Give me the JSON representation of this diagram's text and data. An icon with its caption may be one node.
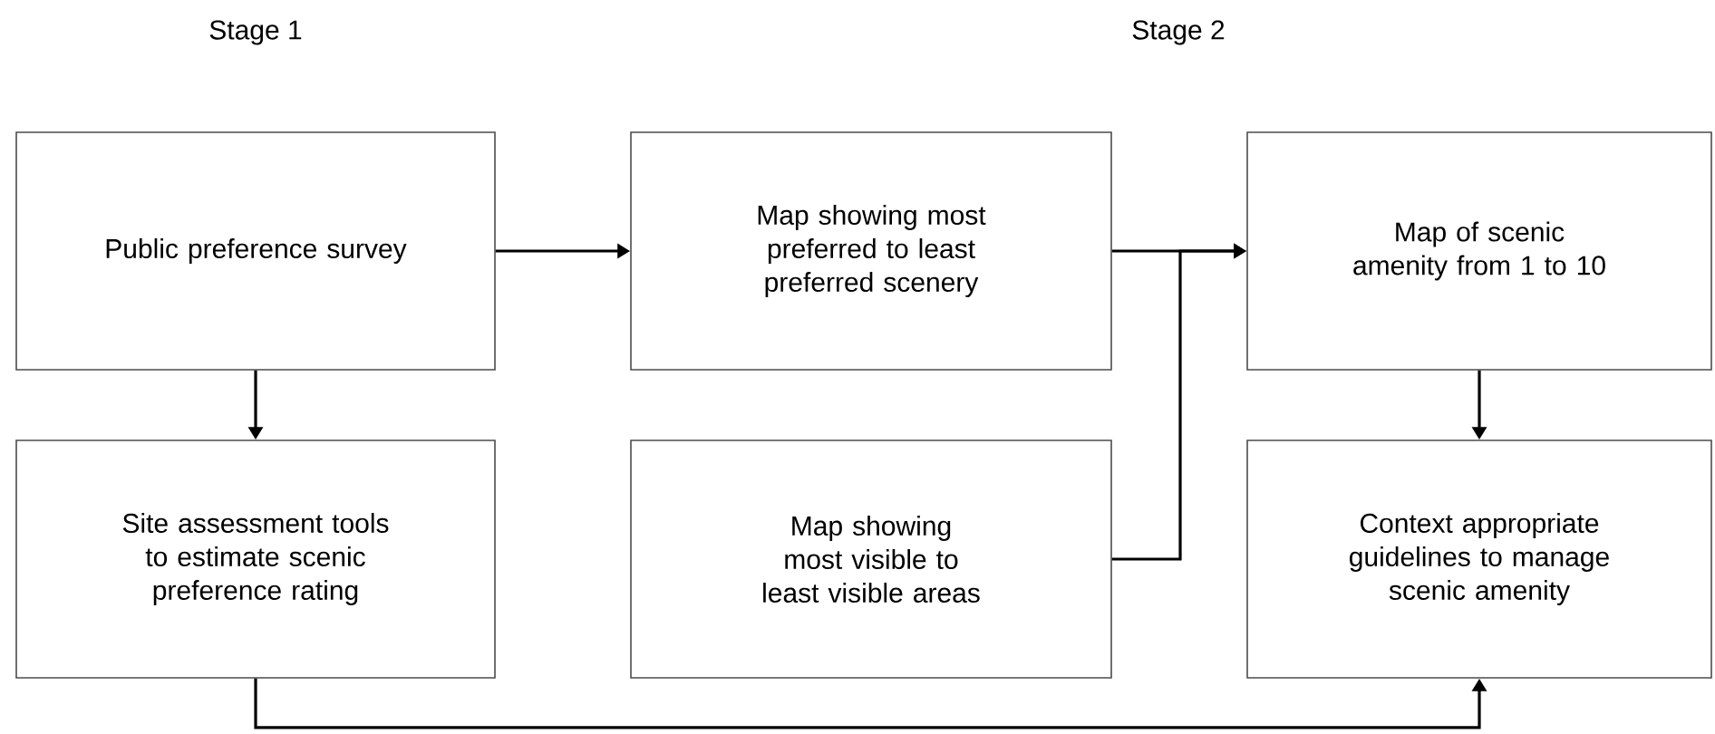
{
  "diagram": {
    "nodes": [
      {
        "text": [
          "Public preference survey"
        ]
      },
      {
        "text": [
          "Map showing most preferred to least preferred scenery"
        ]
      },
      {
        "text": [
          "Map of scenic amenity from 1 to 10"
        ]
      },
      {
        "text": [
          "Site assessment tools to estimate scenic preference rating"
        ]
      },
      {
        "text": [
          "Map showing most visible to least visible areas"
        ]
      },
      {
        "text": [
          "Context appropriate guidelines to manage scenic amenity"
        ]
      }
    ],
    "edges": [
      {
        "from": 0,
        "to": 1,
        "arrow": "to"
      },
      {
        "from": 1,
        "to": 2,
        "arrow": "to"
      },
      {
        "from": 4,
        "to": 2,
        "arrow": "to"
      },
      {
        "from": 0,
        "to": 3,
        "arrow": "to"
      },
      {
        "from": 2,
        "to": 5,
        "arrow": "to"
      },
      {
        "from": 3,
        "to": 5,
        "arrow": "to"
      }
    ],
    "labels": [
      "Stage 1",
      "Stage 2"
    ]
  }
}
